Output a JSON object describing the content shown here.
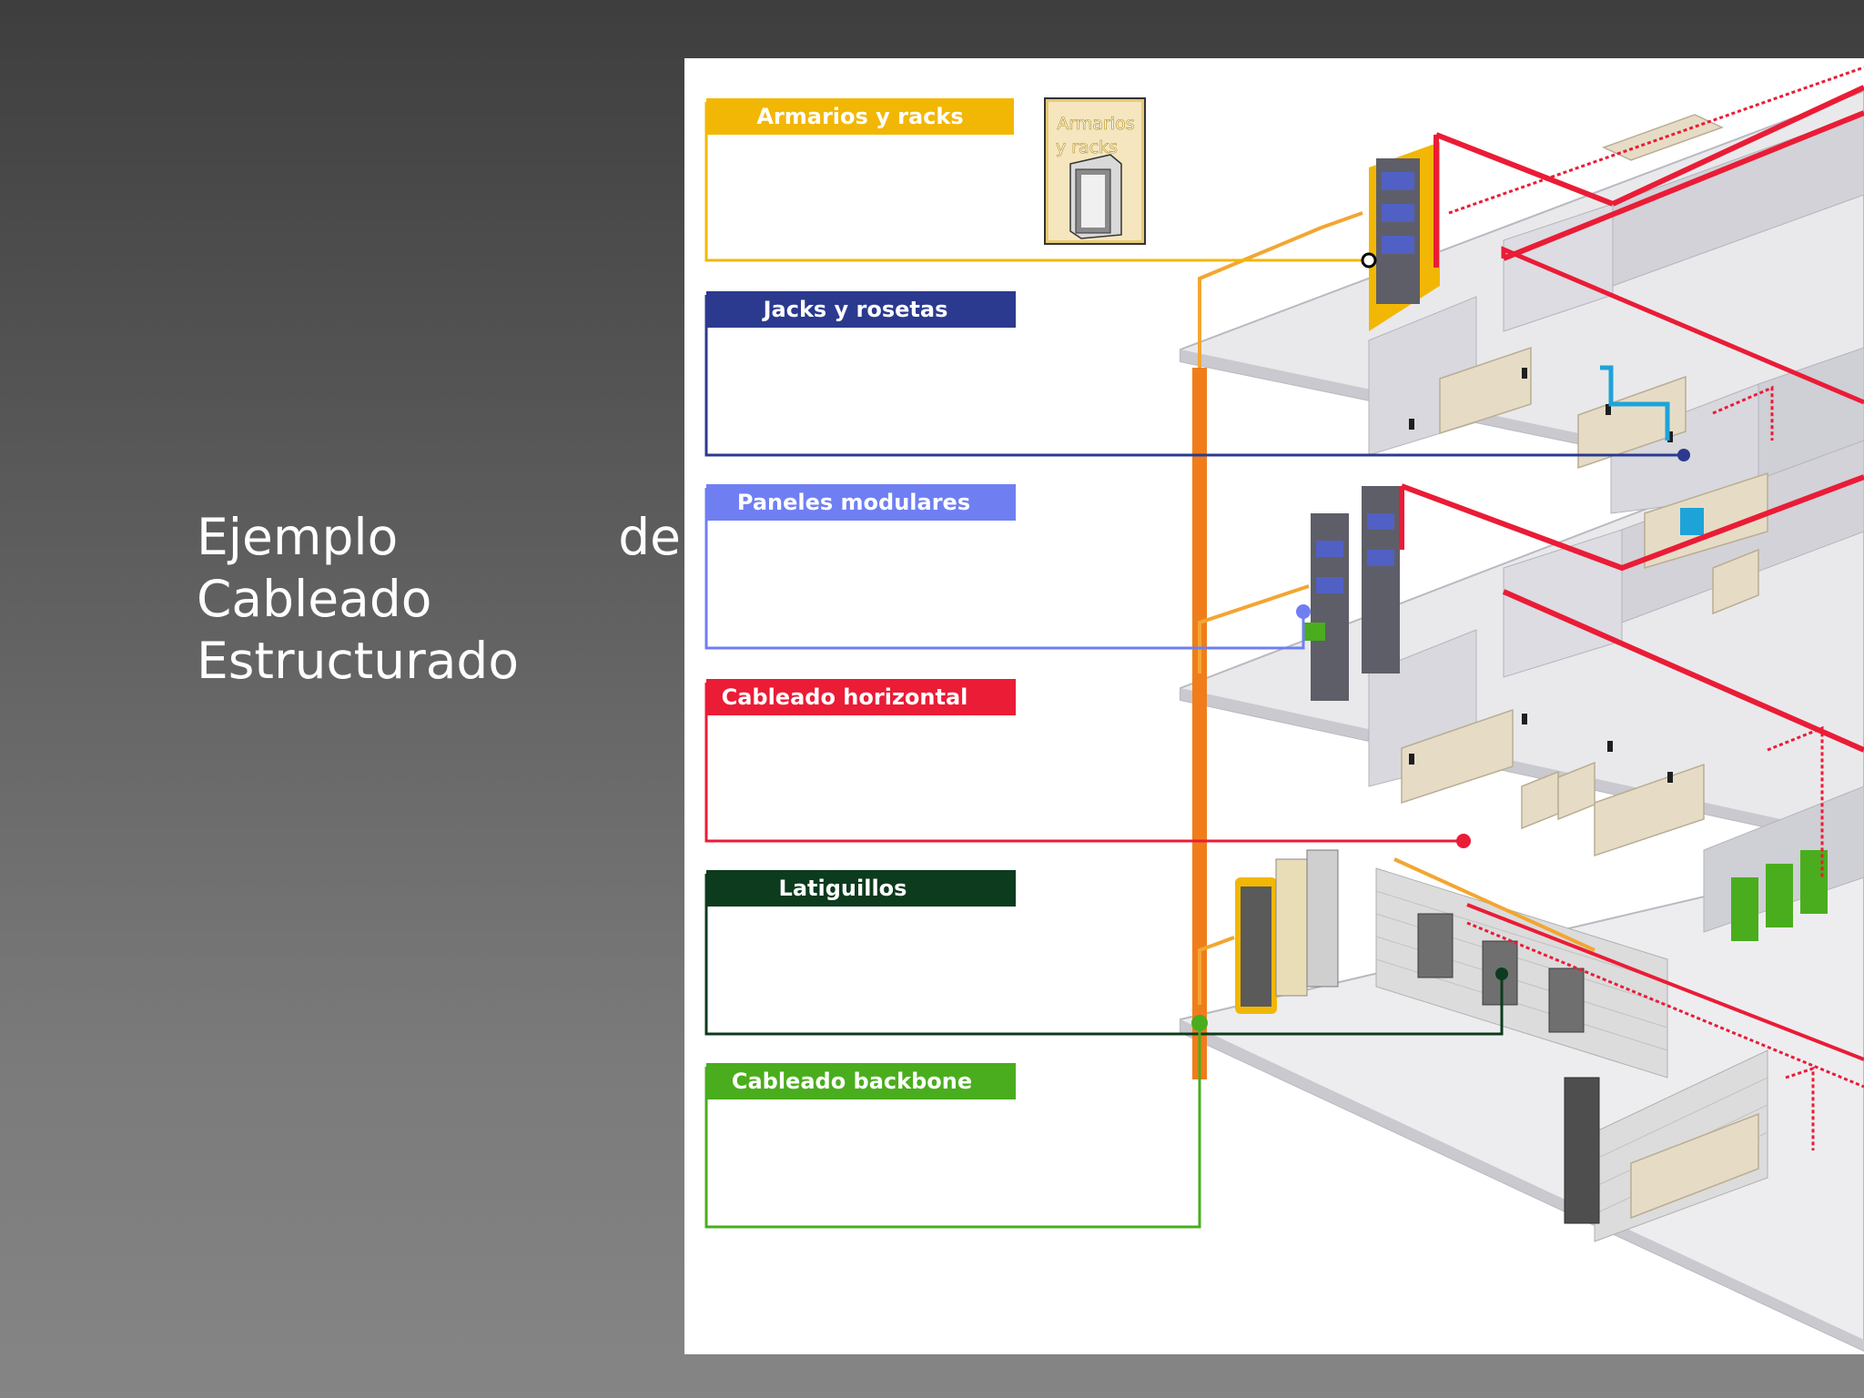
{
  "slide": {
    "title_line1_a": "Ejemplo",
    "title_line1_b": "de",
    "title_line2": "Cableado",
    "title_line3": "Estructurado"
  },
  "diagram": {
    "legend": [
      {
        "label": "Armarios y racks",
        "color": "#f2b705",
        "text_color": "#ffffff"
      },
      {
        "label": "Jacks y rosetas",
        "color": "#2b3a8f",
        "text_color": "#ffffff"
      },
      {
        "label": "Paneles modulares",
        "color": "#6f7ff2",
        "text_color": "#ffffff"
      },
      {
        "label": "Cableado horizontal",
        "color": "#ea1c36",
        "text_color": "#ffffff"
      },
      {
        "label": "Latiguillos",
        "color": "#0c3b1e",
        "text_color": "#ffffff"
      },
      {
        "label": "Cableado backbone",
        "color": "#4aad1d",
        "text_color": "#ffffff"
      }
    ],
    "thumbnail_label_1": "Armarios",
    "thumbnail_label_2": "y racks",
    "colors": {
      "backbone_riser": "#f07d1a",
      "floor": "#e9e9ec",
      "wall": "#d8d8de",
      "furniture": "#e6dcc6"
    }
  }
}
